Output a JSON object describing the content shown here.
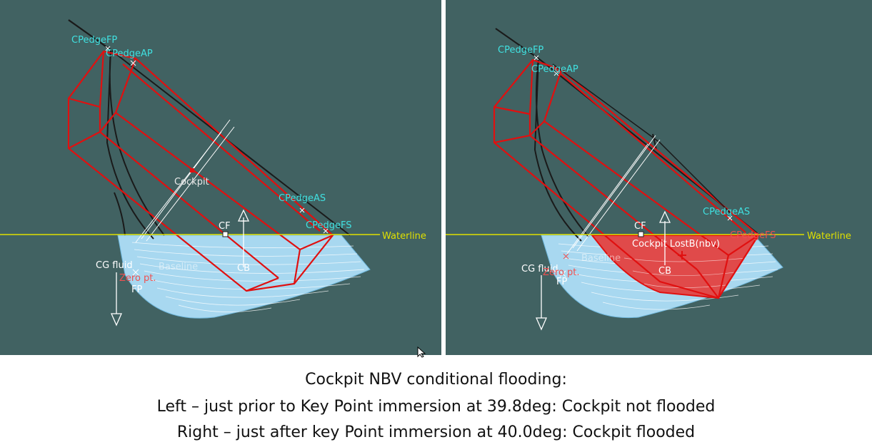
{
  "left_panel": {
    "labels": {
      "cpedge_fp": "CPedgeFP",
      "cpedge_ap": "CPedgeAP",
      "cockpit": "Cockpit",
      "cpedge_as": "CPedgeAS",
      "cpedge_fs": "CPedgeFS",
      "waterline": "Waterline",
      "cf": "CF",
      "cb": "CB",
      "cg_fluid": "CG fluid",
      "zero_pt": "Zero pt.",
      "fp": "FP",
      "baseline": "Baseline"
    }
  },
  "right_panel": {
    "labels": {
      "cpedge_fp": "CPedgeFP",
      "cpedge_ap": "CPedgeAP",
      "cpedge_as": "CPedgeAS",
      "cpedge_fs": "CPedgeFS",
      "waterline": "Waterline",
      "cf": "CF",
      "cockpit_lostb": "Cockpit LostB(nbv)",
      "cb": "CB",
      "cg_fluid": "CG fluid",
      "zero_pt": "Zero pt.",
      "fp": "FP",
      "baseline": "Baseline"
    }
  },
  "caption": {
    "line1": "Cockpit NBV conditional flooding:",
    "line2": "Left – just prior to Key Point immersion at 39.8deg: Cockpit not flooded",
    "line3": "Right – just after key Point immersion at 40.0deg: Cockpit flooded"
  },
  "colors": {
    "background": "#416262",
    "hull_outline": "#1a1a1a",
    "cockpit_outline": "#e01010",
    "flooded_fill": "#e04a4a",
    "waterline": "#e0e000",
    "underwater_hull": "#a8d8f0",
    "edge_label": "#40e0e0",
    "zero_pt": "#f05050"
  }
}
